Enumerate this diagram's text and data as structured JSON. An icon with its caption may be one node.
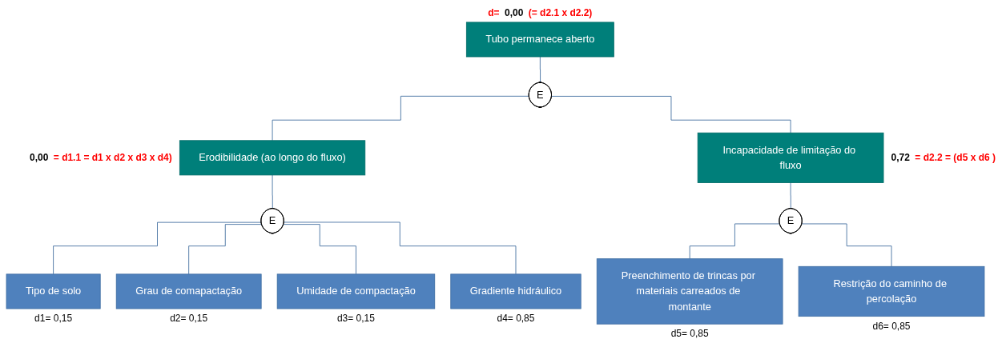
{
  "diagram": {
    "nodes": [
      {
        "text": [
          "Tubo permanece aberto"
        ],
        "beside": [
          "d=",
          "0,00",
          "(= d2.1 x d2.2)"
        ]
      },
      {
        "text": [
          "E"
        ]
      },
      {
        "text": [
          "Erodibilidade (ao longo do fluxo)"
        ],
        "beside": [
          "0,00",
          "= d1.1 = d1 x d2 x d3 x d4)"
        ]
      },
      {
        "text": [
          "Incapacidade de limitação do fluxo"
        ],
        "beside": [
          "0,72",
          "= d2.2 = (d5 x d6 )"
        ]
      },
      {
        "text": [
          "E"
        ]
      },
      {
        "text": [
          "E"
        ]
      },
      {
        "text": [
          "Tipo de solo"
        ],
        "beside": [
          "d1= 0,15"
        ]
      },
      {
        "text": [
          "Grau de comapactação"
        ],
        "beside": [
          "d2= 0,15"
        ]
      },
      {
        "text": [
          "Umidade de compactação"
        ],
        "beside": [
          "d3= 0,15"
        ]
      },
      {
        "text": [
          "Gradiente hidráulico"
        ],
        "beside": [
          "d4= 0,85"
        ]
      },
      {
        "text": [
          "Preenchimento de trincas por materiais carreados de montante"
        ],
        "beside": [
          "d5= 0,85"
        ]
      },
      {
        "text": [
          "Restrição do caminho de percolação"
        ],
        "beside": [
          "d6= 0,85"
        ]
      }
    ],
    "edges": [
      {
        "from": 0,
        "to": 1,
        "arrow": "none"
      },
      {
        "from": 1,
        "to": 2,
        "arrow": "none"
      },
      {
        "from": 1,
        "to": 3,
        "arrow": "none"
      },
      {
        "from": 2,
        "to": 4,
        "arrow": "none"
      },
      {
        "from": 3,
        "to": 5,
        "arrow": "none"
      },
      {
        "from": 4,
        "to": 6,
        "arrow": "none"
      },
      {
        "from": 4,
        "to": 7,
        "arrow": "none"
      },
      {
        "from": 4,
        "to": 8,
        "arrow": "none"
      },
      {
        "from": 4,
        "to": 9,
        "arrow": "none"
      },
      {
        "from": 5,
        "to": 10,
        "arrow": "none"
      },
      {
        "from": 5,
        "to": 11,
        "arrow": "none"
      }
    ]
  }
}
